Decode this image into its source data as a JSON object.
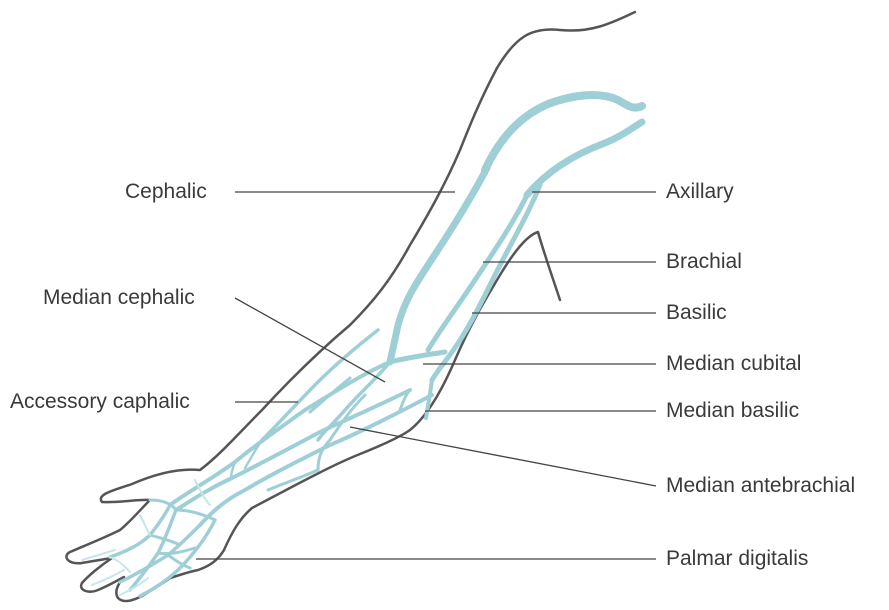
{
  "labels": {
    "cephalic": "Cephalic",
    "median_cephalic": "Median cephalic",
    "accessory_caphalic": "Accessory caphalic",
    "axillary": "Axillary",
    "brachial": "Brachial",
    "basilic": "Basilic",
    "median_cubital": "Median cubital",
    "median_basilic": "Median basilic",
    "median_antebrachial": "Median antebrachial",
    "palmar_digitalis": "Palmar digitalis"
  },
  "colors": {
    "outline": "#555555",
    "vein": "#9fcfd6",
    "vein_light": "#c8e6ea",
    "leader": "#444444",
    "text": "#3a3a3a"
  }
}
